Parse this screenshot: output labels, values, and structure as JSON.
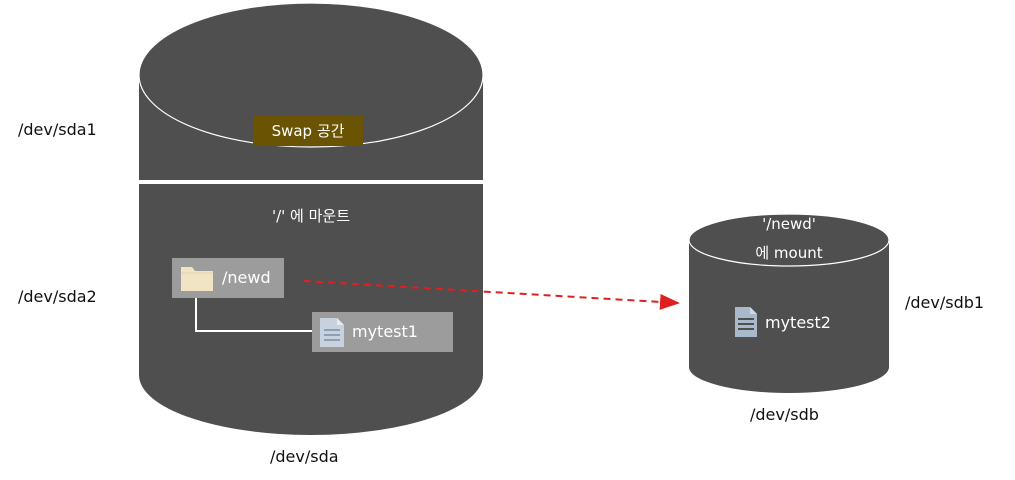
{
  "disk_sda": {
    "name": "/dev/sda",
    "partition1_label": "/dev/sda1",
    "partition2_label": "/dev/sda2",
    "swap_label": "Swap 공간",
    "root_mount_label": "'/' 에 마운트",
    "folder_label": "/newd",
    "file_label": "mytest1"
  },
  "disk_sdb": {
    "name": "/dev/sdb",
    "partition1_label": "/dev/sdb1",
    "mount_line1": "'/newd'",
    "mount_line2": "에 mount",
    "file_label": "mytest2"
  },
  "icons": {
    "folder": "folder-icon",
    "document": "document-icon"
  },
  "colors": {
    "disk_fill": "#4f4f4f",
    "disk_stroke": "#ffffff",
    "swap_badge": "#6b5304",
    "item_box": "#9c9c9c",
    "folder_fill": "#f1e4c5",
    "document_fill": "#a9b9cc",
    "arrow": "#e02020"
  }
}
